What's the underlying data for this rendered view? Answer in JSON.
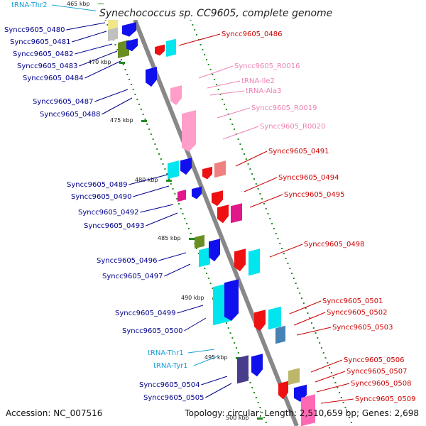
{
  "title": "Synechococcus sp. CC9605, complete genome",
  "footer": {
    "accession": "Accession: NC_007516",
    "stats": "Topology: circular; Length: 2,510,659 bp; Genes: 2,698"
  },
  "colors": {
    "backbone": "#888888",
    "left_label": "#00008b",
    "right_label": "#cc0000",
    "rna_label": "#ee82b4",
    "trna_label": "#1aa0d8",
    "tick": "#228b22",
    "dots": "#228b22"
  },
  "kbp_ticks": [
    "465 kbp",
    "470 kbp",
    "475 kbp",
    "480 kbp",
    "485 kbp",
    "490 kbp",
    "495 kbp",
    "500 kbp"
  ],
  "left_labels": [
    {
      "text": "tRNA-Thr2",
      "kind": "trna"
    },
    {
      "text": "Syncc9605_0480",
      "kind": "gene"
    },
    {
      "text": "Syncc9605_0481",
      "kind": "gene"
    },
    {
      "text": "Syncc9605_0482",
      "kind": "gene"
    },
    {
      "text": "Syncc9605_0483",
      "kind": "gene"
    },
    {
      "text": "Syncc9605_0484",
      "kind": "gene"
    },
    {
      "text": "Syncc9605_0487",
      "kind": "gene"
    },
    {
      "text": "Syncc9605_0488",
      "kind": "gene"
    },
    {
      "text": "Syncc9605_0489",
      "kind": "gene"
    },
    {
      "text": "Syncc9605_0490",
      "kind": "gene"
    },
    {
      "text": "Syncc9605_0492",
      "kind": "gene"
    },
    {
      "text": "Syncc9605_0493",
      "kind": "gene"
    },
    {
      "text": "Syncc9605_0496",
      "kind": "gene"
    },
    {
      "text": "Syncc9605_0497",
      "kind": "gene"
    },
    {
      "text": "Syncc9605_0499",
      "kind": "gene"
    },
    {
      "text": "Syncc9605_0500",
      "kind": "gene"
    },
    {
      "text": "tRNA-Thr1",
      "kind": "trna"
    },
    {
      "text": "tRNA-Tyr1",
      "kind": "trna"
    },
    {
      "text": "Syncc9605_0504",
      "kind": "gene"
    },
    {
      "text": "Syncc9605_0505",
      "kind": "gene"
    }
  ],
  "right_labels": [
    {
      "text": "Syncc9605_0486",
      "kind": "gene"
    },
    {
      "text": "Syncc9605_R0016",
      "kind": "rna"
    },
    {
      "text": "tRNA-Ile2",
      "kind": "rna"
    },
    {
      "text": "tRNA-Ala3",
      "kind": "rna"
    },
    {
      "text": "Syncc9605_R0019",
      "kind": "rna"
    },
    {
      "text": "Syncc9605_R0020",
      "kind": "rna"
    },
    {
      "text": "Syncc9605_0491",
      "kind": "gene"
    },
    {
      "text": "Syncc9605_0494",
      "kind": "gene"
    },
    {
      "text": "Syncc9605_0495",
      "kind": "gene"
    },
    {
      "text": "Syncc9605_0498",
      "kind": "gene"
    },
    {
      "text": "Syncc9605_0501",
      "kind": "gene"
    },
    {
      "text": "Syncc9605_0502",
      "kind": "gene"
    },
    {
      "text": "Syncc9605_0503",
      "kind": "gene"
    },
    {
      "text": "Syncc9605_0506",
      "kind": "gene"
    },
    {
      "text": "Syncc9605_0507",
      "kind": "gene"
    },
    {
      "text": "Syncc9605_0508",
      "kind": "gene"
    },
    {
      "text": "Syncc9605_0509",
      "kind": "gene"
    }
  ],
  "features": [
    {
      "name": "feature-0480",
      "strand": "left",
      "color": "#f0e68c"
    },
    {
      "name": "feature-0481",
      "strand": "left",
      "color": "#c0c0c0"
    },
    {
      "name": "feature-0482",
      "strand": "left",
      "color": "#6b8e23"
    },
    {
      "name": "feature-0483",
      "strand": "left",
      "color": "#1010ee"
    },
    {
      "name": "feature-0484",
      "strand": "left",
      "color": "#1010ee"
    },
    {
      "name": "feature-0486",
      "strand": "right",
      "color": "#ee1111"
    },
    {
      "name": "feature-0486b",
      "strand": "right",
      "color": "#00e5ee"
    },
    {
      "name": "feature-0487",
      "strand": "left",
      "color": "#1010ee"
    },
    {
      "name": "feature-R0016",
      "strand": "right",
      "color": "#ff9ec8"
    },
    {
      "name": "feature-R0020",
      "strand": "right",
      "color": "#ff9ec8"
    },
    {
      "name": "feature-0489",
      "strand": "left",
      "color": "#00e5ee"
    },
    {
      "name": "feature-0490",
      "strand": "left",
      "color": "#1010ee"
    },
    {
      "name": "feature-0491",
      "strand": "right",
      "color": "#ee1111"
    },
    {
      "name": "feature-0491b",
      "strand": "right",
      "color": "#f08080"
    },
    {
      "name": "feature-0492",
      "strand": "left",
      "color": "#e0188c"
    },
    {
      "name": "feature-0493",
      "strand": "left",
      "color": "#1010ee"
    },
    {
      "name": "feature-0494",
      "strand": "right",
      "color": "#ee1111"
    },
    {
      "name": "feature-0495",
      "strand": "right",
      "color": "#ee1111"
    },
    {
      "name": "feature-0495b",
      "strand": "right",
      "color": "#e0188c"
    },
    {
      "name": "feature-0496",
      "strand": "left",
      "color": "#6b8e23"
    },
    {
      "name": "feature-0497",
      "strand": "left",
      "color": "#00e5ee"
    },
    {
      "name": "feature-0497b",
      "strand": "left",
      "color": "#1010ee"
    },
    {
      "name": "feature-0498",
      "strand": "right",
      "color": "#ee1111"
    },
    {
      "name": "feature-0498b",
      "strand": "right",
      "color": "#00e5ee"
    },
    {
      "name": "feature-0499",
      "strand": "left",
      "color": "#00e5ee"
    },
    {
      "name": "feature-0500",
      "strand": "left",
      "color": "#1010ee"
    },
    {
      "name": "feature-0501",
      "strand": "right",
      "color": "#ee1111"
    },
    {
      "name": "feature-0502",
      "strand": "right",
      "color": "#00e5ee"
    },
    {
      "name": "feature-0503",
      "strand": "right",
      "color": "#4682b4"
    },
    {
      "name": "feature-0504",
      "strand": "left",
      "color": "#483d8b"
    },
    {
      "name": "feature-0505",
      "strand": "left",
      "color": "#1010ee"
    },
    {
      "name": "feature-0506",
      "strand": "right",
      "color": "#bdb76b"
    },
    {
      "name": "feature-0507",
      "strand": "right",
      "color": "#ee1111"
    },
    {
      "name": "feature-0508",
      "strand": "right",
      "color": "#1010ee"
    },
    {
      "name": "feature-0509",
      "strand": "right",
      "color": "#ff69b4"
    }
  ]
}
